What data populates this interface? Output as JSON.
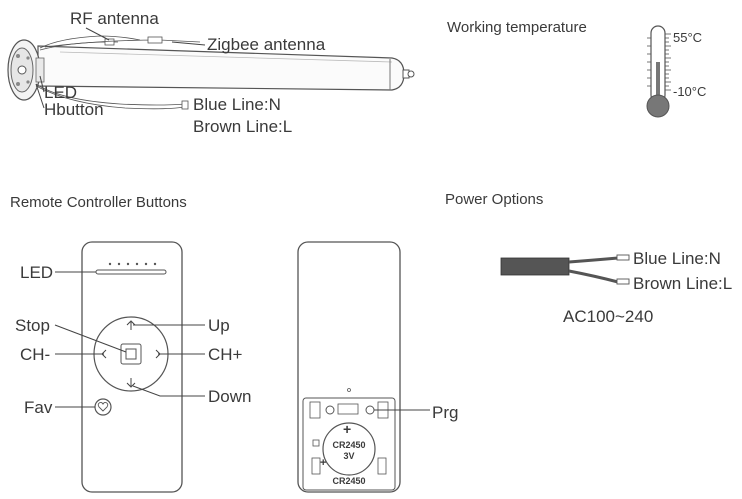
{
  "motor": {
    "rf_antenna": "RF antenna",
    "zigbee_antenna": "Zigbee antenna",
    "led": "LED",
    "h_button": "Hbutton",
    "blue_line": "Blue Line:N",
    "brown_line": "Brown Line:L"
  },
  "temperature": {
    "title": "Working temperature",
    "high": "55°C",
    "low": "-10°C"
  },
  "remote": {
    "title": "Remote Controller Buttons",
    "led": "LED",
    "stop": "Stop",
    "up": "Up",
    "ch_minus": "CH-",
    "ch_plus": "CH+",
    "down": "Down",
    "fav": "Fav",
    "prg": "Prg",
    "battery_model": "CR2450",
    "battery_voltage": "3V",
    "battery_model_bottom": "CR2450",
    "plus_sign": "+"
  },
  "power": {
    "title": "Power Options",
    "blue_line": "Blue Line:N",
    "brown_line": "Brown Line:L",
    "voltage": "AC100~240"
  },
  "colors": {
    "line": "#444444",
    "text": "#3a3a3a",
    "thermo_bulb": "#777777",
    "cable": "#555555"
  }
}
